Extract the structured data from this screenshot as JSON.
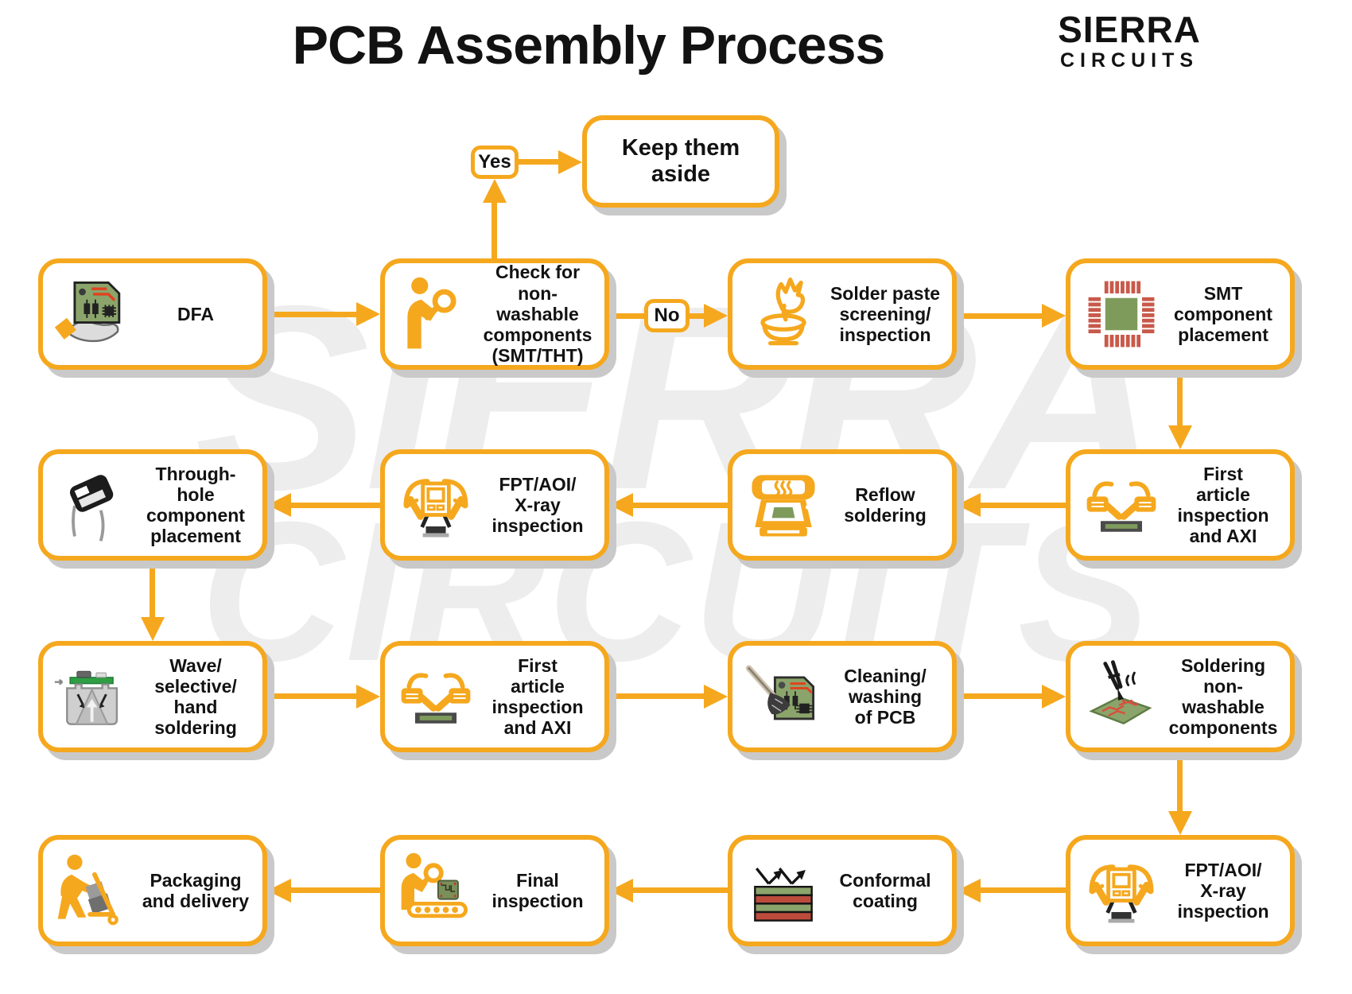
{
  "title": "PCB Assembly Process",
  "logo": {
    "name": "SIERRA",
    "sub": "CIRCUITS"
  },
  "watermark": {
    "line1": "SIERRA",
    "line2": "CIRCUITS"
  },
  "decision_labels": {
    "yes": "Yes",
    "no": "No"
  },
  "colors": {
    "accent_yellow": "#F5A81E",
    "shadow_gray": "#C9C9C9",
    "pcb_green": "#8BA46B",
    "pin_red": "#C8594A",
    "watermark_gray": "#EDEDED",
    "text_black": "#121212"
  },
  "nodes": {
    "keep_aside": {
      "label": "Keep them aside"
    },
    "dfa": {
      "label": "DFA"
    },
    "check_nonwashable": {
      "label": "Check for\nnon-washable\ncomponents\n(SMT/THT)"
    },
    "solder_paste": {
      "label": "Solder paste\nscreening/\ninspection"
    },
    "smt_placement": {
      "label": "SMT\ncomponent\nplacement"
    },
    "first_article_1": {
      "label": "First\narticle\ninspection\nand AXI"
    },
    "reflow": {
      "label": "Reflow\nsoldering"
    },
    "fpt_xray_1": {
      "label": "FPT/AOI/\nX-ray\ninspection"
    },
    "through_hole": {
      "label": "Through- hole\ncomponent\nplacement"
    },
    "wave_soldering": {
      "label": "Wave/\nselective/\nhand\nsoldering"
    },
    "first_article_2": {
      "label": "First\narticle\ninspection\nand AXI"
    },
    "cleaning": {
      "label": "Cleaning/\nwashing\nof PCB"
    },
    "soldering_nonwashable": {
      "label": "Soldering\nnon-washable\ncomponents"
    },
    "fpt_xray_2": {
      "label": "FPT/AOI/\nX-ray\ninspection"
    },
    "conformal": {
      "label": "Conformal\ncoating"
    },
    "final_inspection": {
      "label": "Final\ninspection"
    },
    "packaging": {
      "label": "Packaging\nand delivery"
    }
  }
}
